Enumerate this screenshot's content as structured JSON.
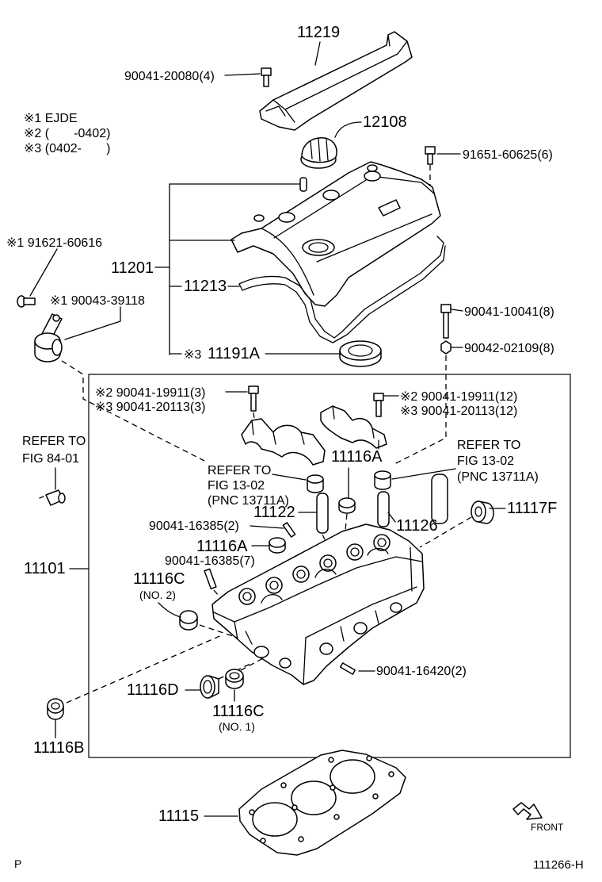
{
  "notes": [
    "※1 EJDE",
    "※2 (       -0402)",
    "※3 (0402-       )"
  ],
  "labels": {
    "p11219": "11219",
    "b9004120080": "90041-20080(4)",
    "p12108": "12108",
    "b9165160625": "91651-60625(6)",
    "b9162160616": "※1 91621-60616",
    "p11201": "11201",
    "p11213": "11213",
    "b9004339118": "※1 90043-39118",
    "b9004110041": "90041-10041(8)",
    "w9004202109": "90042-02109(8)",
    "m11191A": "※3",
    "p11191A": "11191A",
    "b9004119911a": "※2 90041-19911(3)",
    "b9004120113a": "※3 90041-20113(3)",
    "b9004119911b": "※2 90041-19911(12)",
    "b9004120113b": "※3 90041-20113(12)",
    "p11116A_1": "11116A",
    "p11122": "11122",
    "p11117F": "11117F",
    "p11126": "11126",
    "s9004116385a": "90041-16385(2)",
    "p11116A_2": "11116A",
    "s9004116385b": "90041-16385(7)",
    "p11101": "11101",
    "p11116C_2": "11116C",
    "p11116C_2_note": "(NO. 2)",
    "s9004116420": "90041-16420(2)",
    "p11116D": "11116D",
    "p11116C_1": "11116C",
    "p11116C_1_note": "(NO. 1)",
    "p11116B": "11116B",
    "p11115": "11115"
  },
  "refs": [
    {
      "line1": "REFER TO",
      "line2": "FIG 84-01"
    },
    {
      "line1": "REFER TO",
      "line2": "FIG 13-02",
      "line3": "(PNC 13711A)"
    },
    {
      "line1": "REFER TO",
      "line2": "FIG 13-02",
      "line3": "(PNC 13711A)"
    }
  ],
  "front_label": "FRONT",
  "footer": {
    "page": "P",
    "code": "111266-H"
  }
}
